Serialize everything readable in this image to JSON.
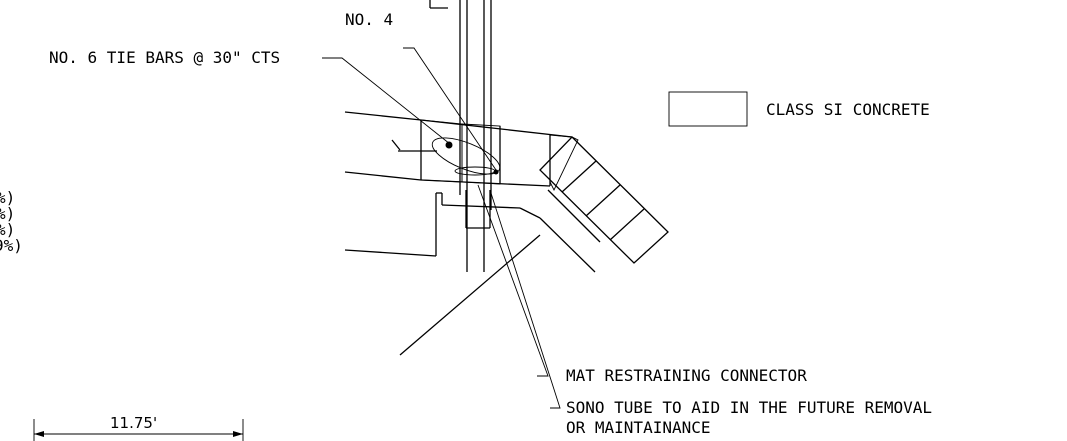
{
  "labels": {
    "no4": "NO. 4",
    "tie_bars": "NO. 6 TIE BARS @ 30\" CTS",
    "legend": "CLASS SI CONCRETE",
    "connector": "MAT RESTRAINING CONNECTOR",
    "sono_line1": "SONO TUBE TO AID IN THE FUTURE REMOVAL",
    "sono_line2": "OR MAINTAINANCE",
    "dimension": "11.75'",
    "cut_left": [
      "%)",
      "%)",
      "%)",
      "9%)"
    ]
  },
  "colors": {
    "ink": "#000000",
    "concrete_fill": "#cfcfcf"
  }
}
